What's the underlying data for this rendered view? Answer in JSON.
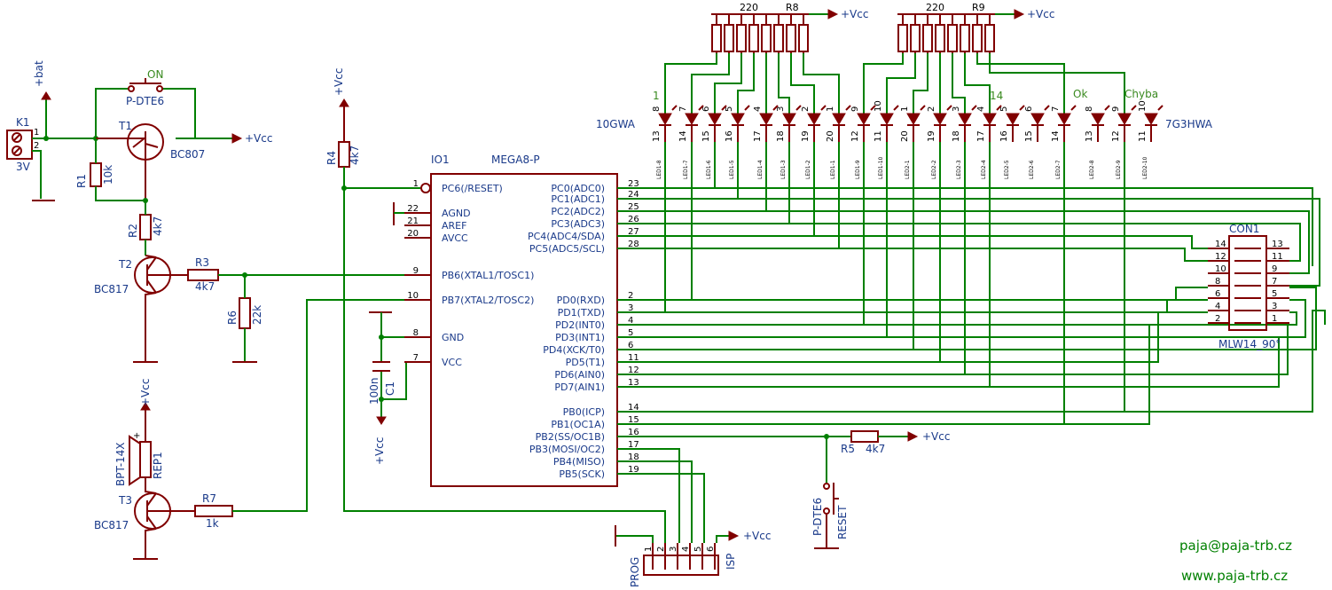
{
  "texts": {
    "bat": "+bat",
    "k1": "K1",
    "k1_3v": "3V",
    "k1_p1": "1",
    "k1_p2": "2",
    "on": "ON",
    "pdte6_top": "P-DTE6",
    "t1": "T1",
    "bc807": "BC807",
    "vcc_t1": "+Vcc",
    "r1": "R1",
    "r1v": "10k",
    "r2": "R2",
    "r2v": "4k7",
    "t2": "T2",
    "bc817_t2": "BC817",
    "r3": "R3",
    "r3v": "4k7",
    "r6": "R6",
    "r6v": "22k",
    "vcc_rep": "+Vcc",
    "bpt": "BPT-14X",
    "rep1": "REP1",
    "t3": "T3",
    "bc817_t3": "BC817",
    "r7": "R7",
    "r7v": "1k",
    "vcc_r4": "+Vcc",
    "r4": "R4",
    "r4v": "4k7",
    "c1v": "100n",
    "c1": "C1",
    "vcc_c1": "+Vcc",
    "io1": "IO1",
    "mega": "MEGA8-P",
    "r8v": "220",
    "r8": "R8",
    "vcc_r8": "+Vcc",
    "r9v": "220",
    "r9": "R9",
    "vcc_r9": "+Vcc",
    "led_a": "10GWA",
    "led_b": "7G3HWA",
    "one": "1",
    "fourteen": "14",
    "ok": "Ok",
    "chyba": "Chyba",
    "con1": "CON1",
    "mlw": "MLW14_90°",
    "r5": "R5",
    "r5v": "4k7",
    "vcc_r5": "+Vcc",
    "pdte6_b": "P-DTE6",
    "reset": "RESET",
    "prog": "PROG",
    "isp": "ISP",
    "vcc_isp": "+Vcc",
    "email": "paja@paja-trb.cz",
    "web": "www.paja-trb.cz"
  },
  "mcu_left_pins": [
    {
      "num": "1",
      "name": "PC6(/RESET)"
    },
    {
      "num": "22",
      "name": "AGND"
    },
    {
      "num": "21",
      "name": "AREF"
    },
    {
      "num": "20",
      "name": "AVCC"
    },
    {
      "num": "9",
      "name": "PB6(XTAL1/TOSC1)"
    },
    {
      "num": "10",
      "name": "PB7(XTAL2/TOSC2)"
    },
    {
      "num": "8",
      "name": "GND"
    },
    {
      "num": "7",
      "name": "VCC"
    }
  ],
  "mcu_right_pins": [
    {
      "num": "23",
      "name": "PC0(ADC0)"
    },
    {
      "num": "24",
      "name": "PC1(ADC1)"
    },
    {
      "num": "25",
      "name": "PC2(ADC2)"
    },
    {
      "num": "26",
      "name": "PC3(ADC3)"
    },
    {
      "num": "27",
      "name": "PC4(ADC4/SDA)"
    },
    {
      "num": "28",
      "name": "PC5(ADC5/SCL)"
    },
    {
      "num": "2",
      "name": "PD0(RXD)"
    },
    {
      "num": "3",
      "name": "PD1(TXD)"
    },
    {
      "num": "4",
      "name": "PD2(INT0)"
    },
    {
      "num": "5",
      "name": "PD3(INT1)"
    },
    {
      "num": "6",
      "name": "PD4(XCK/T0)"
    },
    {
      "num": "11",
      "name": "PD5(T1)"
    },
    {
      "num": "12",
      "name": "PD6(AIN0)"
    },
    {
      "num": "13",
      "name": "PD7(AIN1)"
    },
    {
      "num": "14",
      "name": "PB0(ICP)"
    },
    {
      "num": "15",
      "name": "PB1(OC1A)"
    },
    {
      "num": "16",
      "name": "PB2(SS/OC1B)"
    },
    {
      "num": "17",
      "name": "PB3(MOSI/OC2)"
    },
    {
      "num": "18",
      "name": "PB4(MISO)"
    },
    {
      "num": "19",
      "name": "PB5(SCK)"
    }
  ],
  "con_left": [
    "14",
    "12",
    "10",
    "8",
    "6",
    "4",
    "2"
  ],
  "con_right": [
    "13",
    "11",
    "9",
    "7",
    "5",
    "3",
    "1"
  ],
  "isp_pins": [
    "1",
    "2",
    "3",
    "4",
    "5",
    "6"
  ],
  "leds": [
    {
      "top": "8",
      "bot": "13",
      "name": "LED1-8"
    },
    {
      "top": "7",
      "bot": "14",
      "name": "LED1-7"
    },
    {
      "top": "6",
      "bot": "15",
      "name": "LED1-6"
    },
    {
      "top": "5",
      "bot": "16",
      "name": "LED1-5"
    },
    {
      "top": "4",
      "bot": "17",
      "name": "LED1-4"
    },
    {
      "top": "3",
      "bot": "18",
      "name": "LED1-3"
    },
    {
      "top": "2",
      "bot": "19",
      "name": "LED1-2"
    },
    {
      "top": "1",
      "bot": "20",
      "name": "LED1-1"
    },
    {
      "top": "9",
      "bot": "12",
      "name": "LED1-9"
    },
    {
      "top": "10",
      "bot": "11",
      "name": "LED1-10"
    },
    {
      "top": "1",
      "bot": "20",
      "name": "LED2-1"
    },
    {
      "top": "2",
      "bot": "19",
      "name": "LED2-2"
    },
    {
      "top": "3",
      "bot": "18",
      "name": "LED2-3"
    },
    {
      "top": "4",
      "bot": "17",
      "name": "LED2-4"
    },
    {
      "top": "5",
      "bot": "16",
      "name": "LED2-5"
    },
    {
      "top": "6",
      "bot": "15",
      "name": "LED2-6"
    },
    {
      "top": "7",
      "bot": "14",
      "name": "LED2-7"
    },
    {
      "top": "8",
      "bot": "13",
      "name": "LED2-8"
    },
    {
      "top": "9",
      "bot": "12",
      "name": "LED2-9"
    },
    {
      "top": "10",
      "bot": "11",
      "name": "LED2-10"
    }
  ],
  "colors": {
    "wire": "#008000",
    "part": "#800000",
    "label": "#1a3a8a"
  }
}
